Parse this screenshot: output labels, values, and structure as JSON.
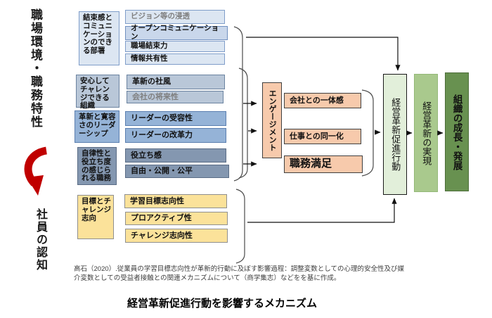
{
  "axis_labels": {
    "top_left_vertical": "職場環境・職務特性",
    "bottom_left_vertical": "社員の認知"
  },
  "groups": [
    {
      "label": "結束感とコミュニケーションのできる部署",
      "items": [
        "ビジョン等の浸透",
        "オープンコミュニケーション",
        "職場結束力",
        "情報共有性"
      ]
    },
    {
      "label": "安心してチャレンジできる組織",
      "items": [
        "革新の社風",
        "会社の将来性"
      ]
    },
    {
      "label": "革新と寛容さのリーダーシップ",
      "items": [
        "リーダーの受容性",
        "リーダーの改革力"
      ]
    },
    {
      "label": "自律性と役立ち度の感じられる職務",
      "items": [
        "役立ち感",
        "自由・公開・公平"
      ]
    },
    {
      "label": "目標とチャレンジ志向",
      "items": [
        "学習目標志向性",
        "プロアクティブ性",
        "チャレンジ志向性"
      ]
    }
  ],
  "engagement": {
    "label": "エンゲージメント",
    "items": [
      "会社との一体感",
      "仕事との同一化",
      "職務満足"
    ]
  },
  "outcomes": [
    "経営革新促進行動",
    "経営革新の実現",
    "組織の成長・発展"
  ],
  "caption": {
    "line1": "高石（2020）.従業員の学習目標志向性が革新的行動に及ぼす影響過程：調整変数としての心理的安全性及び媒",
    "line2": "介変数としての受益者接触との関連メカニズムについて（商学集志）などをを基に作成。"
  },
  "title": "経営革新促進行動を影響するメカニズム",
  "colors": {
    "light_blue": "#dce6f2",
    "mid_blue": "#b9c7d8",
    "periwinkle": "#95b3d7",
    "slate_blue": "#8497b0",
    "yellow": "#fbe29a",
    "salmon": "#f7caac",
    "light_green": "#e2efda",
    "mid_green": "#a9c98d",
    "dark_green": "#689150",
    "red_arrow": "#c00000"
  }
}
